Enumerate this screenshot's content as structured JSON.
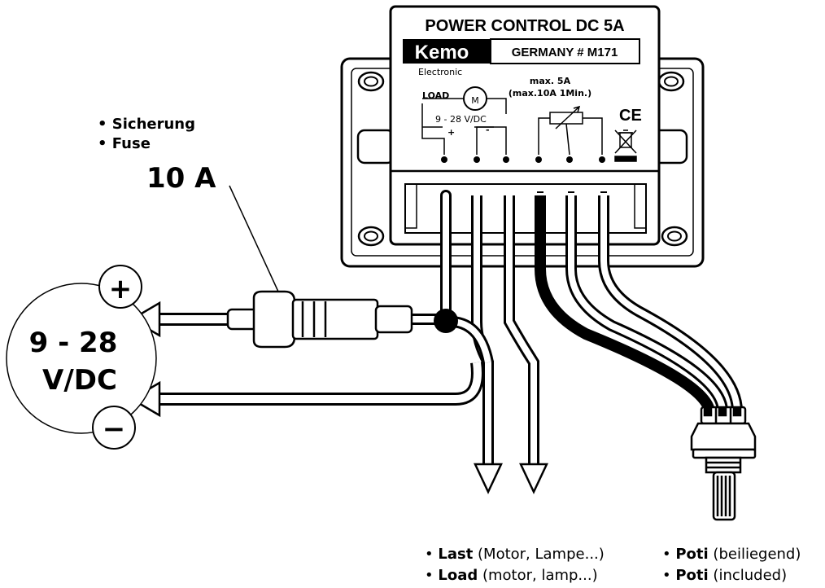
{
  "module": {
    "title": "POWER CONTROL DC 5A",
    "brand": "Kemo",
    "registered": "®",
    "brand_sub": "Electronic",
    "country_model": "GERMANY  # M171",
    "load_label": "LOAD",
    "motor_symbol": "M",
    "voltage_range": "9 - 28 V/DC",
    "plus": "+",
    "minus": "-",
    "max_current": "max. 5A",
    "max_current_peak": "(max.10A 1Min.)",
    "ce_mark": "CE"
  },
  "fuse": {
    "label_de": "• Sicherung",
    "label_en": "• Fuse",
    "rating": "10 A"
  },
  "supply": {
    "voltage_line1": "9 - 28",
    "voltage_line2": "V/DC",
    "plus_symbol": "+",
    "minus_symbol": "−"
  },
  "captions": {
    "load_de_bold": "Last",
    "load_de_rest": " (Motor, Lampe...)",
    "load_en_bold": "Load",
    "load_en_rest": " (motor, lamp...)",
    "poti_de_bold": "Poti",
    "poti_de_rest": " (beiliegend)",
    "poti_en_bold": "Poti",
    "poti_en_rest": " (included)",
    "bullet": "•"
  }
}
